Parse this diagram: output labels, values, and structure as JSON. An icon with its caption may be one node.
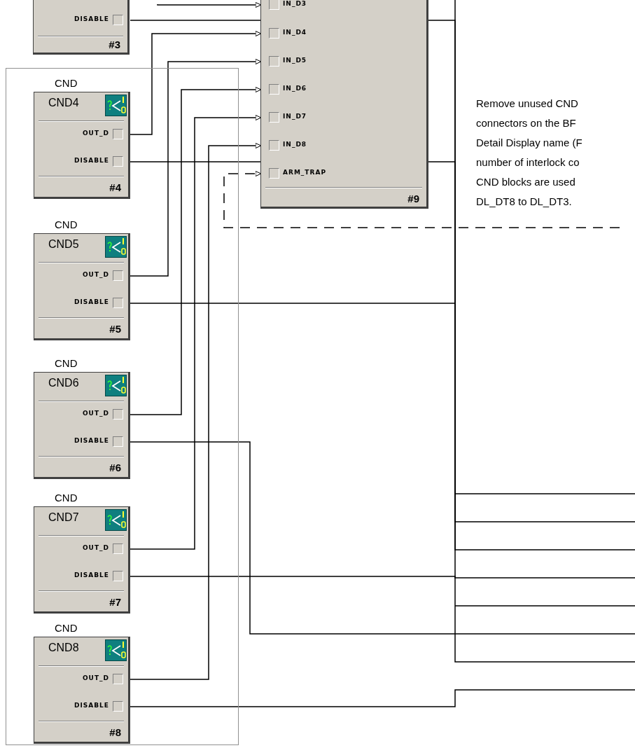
{
  "diagram": {
    "nodes": [
      {
        "text": [
          "#3"
        ]
      },
      {
        "text": [
          "DISABLE"
        ],
        "in": 0
      },
      {
        "text": [],
        "shape": "box"
      },
      {
        "text": [
          "CND",
          "CND4",
          "#4"
        ],
        "in": 2
      },
      {
        "text": [
          "OUT_D"
        ],
        "in": 3
      },
      {
        "text": [
          "DISABLE"
        ],
        "in": 3
      },
      {
        "text": [
          "CND",
          "CND5",
          "#5"
        ],
        "in": 2
      },
      {
        "text": [
          "OUT_D"
        ],
        "in": 6
      },
      {
        "text": [
          "DISABLE"
        ],
        "in": 6
      },
      {
        "text": [
          "CND",
          "CND6",
          "#6"
        ],
        "in": 2
      },
      {
        "text": [
          "OUT_D"
        ],
        "in": 9
      },
      {
        "text": [
          "DISABLE"
        ],
        "in": 9
      },
      {
        "text": [
          "CND",
          "CND7",
          "#7"
        ],
        "in": 2
      },
      {
        "text": [
          "OUT_D"
        ],
        "in": 12
      },
      {
        "text": [
          "DISABLE"
        ],
        "in": 12
      },
      {
        "text": [
          "CND",
          "CND8",
          "#8"
        ],
        "in": 2
      },
      {
        "text": [
          "OUT_D"
        ],
        "in": 15
      },
      {
        "text": [
          "DISABLE"
        ],
        "in": 15
      },
      {
        "text": [
          "#9"
        ]
      },
      {
        "text": [
          "IN_D3"
        ],
        "in": 18
      },
      {
        "text": [
          "IN_D4"
        ],
        "in": 18
      },
      {
        "text": [
          "IN_D5"
        ],
        "in": 18
      },
      {
        "text": [
          "IN_D6"
        ],
        "in": 18
      },
      {
        "text": [
          "IN_D7"
        ],
        "in": 18
      },
      {
        "text": [
          "IN_D8"
        ],
        "in": 18
      },
      {
        "text": [
          "ARM_TRAP"
        ],
        "in": 18
      }
    ],
    "edges": [
      {
        "from": null,
        "to": 19,
        "arrow": "to"
      },
      {
        "from": 1,
        "to": null,
        "arrow": "none"
      },
      {
        "from": 4,
        "to": 20,
        "arrow": "to"
      },
      {
        "from": 5,
        "to": null,
        "arrow": "none"
      },
      {
        "from": 7,
        "to": 21,
        "arrow": "to"
      },
      {
        "from": 8,
        "to": null,
        "arrow": "none"
      },
      {
        "from": 10,
        "to": 22,
        "arrow": "to"
      },
      {
        "from": 11,
        "to": null,
        "arrow": "none"
      },
      {
        "from": 13,
        "to": 23,
        "arrow": "to"
      },
      {
        "from": 14,
        "to": null,
        "arrow": "none"
      },
      {
        "from": 16,
        "to": 24,
        "arrow": "to"
      },
      {
        "from": 17,
        "to": null,
        "arrow": "none"
      },
      {
        "from": null,
        "to": 25,
        "arrow": "to",
        "style": "dashed"
      }
    ],
    "labels": [
      "Remove unused CND connectors on the BF Detail Display name (F number of interlock co CND blocks are used DL_DT8 to DL_DT3."
    ]
  }
}
